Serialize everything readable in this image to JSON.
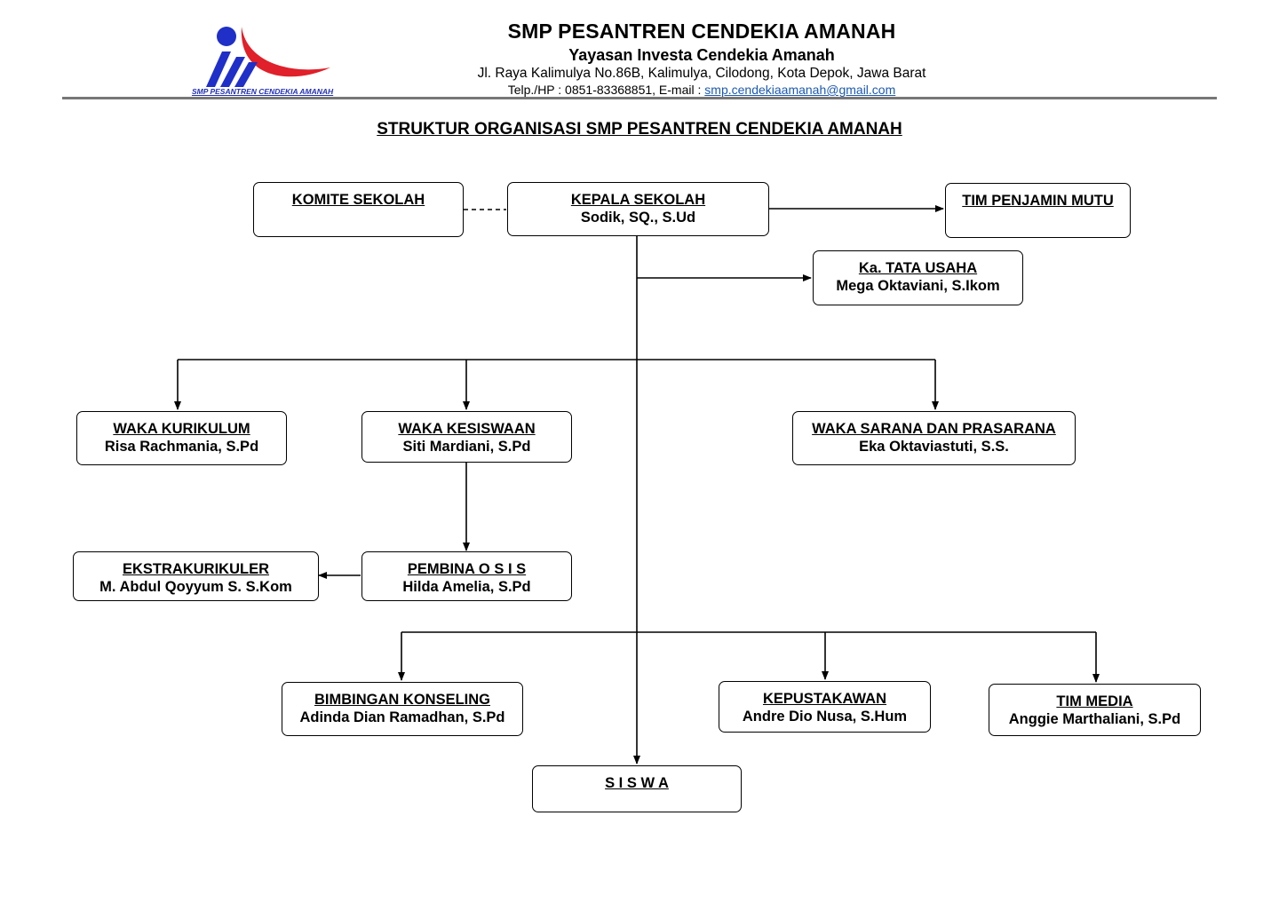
{
  "header": {
    "school_name": "SMP PESANTREN CENDEKIA AMANAH",
    "foundation": "Yayasan Investa Cendekia Amanah",
    "address": "Jl. Raya Kalimulya No.86B, Kalimulya, Cilodong, Kota Depok, Jawa Barat",
    "contact_prefix": "Telp./HP : 0851-83368851, E-mail : ",
    "email": "smp.cendekiaamanah@gmail.com",
    "logo_caption": "SMP PESANTREN CENDEKIA AMANAH",
    "logo_colors": {
      "blue": "#1f2fc8",
      "red": "#e0202a"
    }
  },
  "title": "STRUKTUR ORGANISASI SMP PESANTREN CENDEKIA AMANAH",
  "org": {
    "komite": {
      "role": "KOMITE SEKOLAH",
      "person": ""
    },
    "kepala": {
      "role": "KEPALA SEKOLAH",
      "person": "Sodik, SQ., S.Ud"
    },
    "penjamin_mutu": {
      "role": "TIM PENJAMIN MUTU",
      "person": ""
    },
    "tata_usaha": {
      "role": "Ka. TATA USAHA",
      "person": "Mega Oktaviani, S.Ikom"
    },
    "kurikulum": {
      "role": "WAKA KURIKULUM",
      "person": "Risa Rachmania, S.Pd"
    },
    "kesiswaan": {
      "role": "WAKA KESISWAAN",
      "person": "Siti Mardiani, S.Pd"
    },
    "sarpras": {
      "role": "WAKA SARANA DAN PRASARANA",
      "person": "Eka Oktaviastuti, S.S."
    },
    "ekskul": {
      "role": "EKSTRAKURIKULER",
      "person": "M. Abdul Qoyyum S. S.Kom"
    },
    "osis": {
      "role": "PEMBINA O S I S",
      "person": "Hilda Amelia, S.Pd"
    },
    "bk": {
      "role": "BIMBINGAN KONSELING",
      "person": "Adinda Dian Ramadhan, S.Pd"
    },
    "pustaka": {
      "role": "KEPUSTAKAWAN",
      "person": "Andre Dio Nusa, S.Hum"
    },
    "media": {
      "role": "TIM MEDIA",
      "person": "Anggie Marthaliani, S.Pd"
    },
    "siswa": {
      "role": "S I S W A",
      "person": ""
    }
  }
}
